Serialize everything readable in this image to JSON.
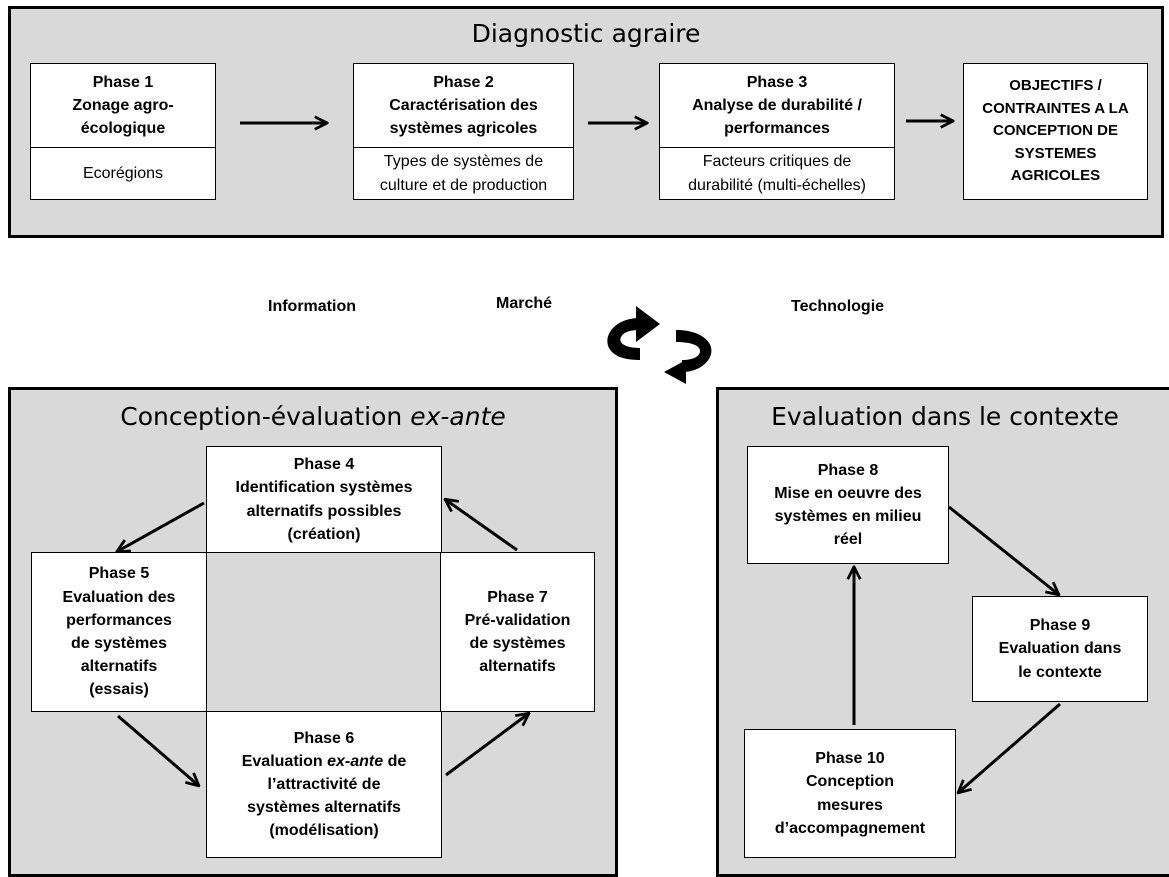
{
  "top_panel": {
    "title": "Diagnostic agraire",
    "phase1": {
      "label": "Phase 1",
      "lines": [
        "Zonage agro-",
        "écologique"
      ],
      "sub": [
        "Ecorégions"
      ]
    },
    "phase2": {
      "label": "Phase 2",
      "lines": [
        "Caractérisation des",
        "systèmes agricoles"
      ],
      "sub": [
        "Types de systèmes de",
        "culture et de production"
      ]
    },
    "phase3": {
      "label": "Phase 3",
      "lines": [
        "Analyse de durabilité /",
        "performances"
      ],
      "sub": [
        "Facteurs critiques de",
        "durabilité (multi-échelles)"
      ]
    },
    "objectives": {
      "lines": [
        "OBJECTIFS /",
        "CONTRAINTES A LA",
        "CONCEPTION DE",
        "SYSTEMES",
        "AGRICOLES"
      ]
    }
  },
  "middle": {
    "information": "Information",
    "marche": "Marché",
    "technologie": "Technologie",
    "cycle_icon": "cycle-arrows-icon"
  },
  "left_panel": {
    "title_prefix": "Conception-évaluation ",
    "title_italic": "ex-ante",
    "phase4": {
      "label": "Phase 4",
      "lines": [
        "Identification systèmes",
        "alternatifs possibles",
        "(création)"
      ]
    },
    "phase5": {
      "label": "Phase 5",
      "lines": [
        "Evaluation des",
        "performances",
        "de systèmes",
        "alternatifs",
        "(essais)"
      ]
    },
    "phase6": {
      "label": "Phase 6",
      "line1_prefix": "Evaluation ",
      "line1_italic": "ex-ante",
      "line1_suffix": " de",
      "lines": [
        "l’attractivité de",
        "systèmes alternatifs",
        "(modélisation)"
      ]
    },
    "phase7": {
      "label": "Phase 7",
      "lines": [
        "Pré-validation",
        "de systèmes",
        "alternatifs"
      ]
    }
  },
  "right_panel": {
    "title": "Evaluation dans le contexte",
    "phase8": {
      "label": "Phase 8",
      "lines": [
        "Mise en oeuvre des",
        "systèmes en milieu",
        "réel"
      ]
    },
    "phase9": {
      "label": "Phase 9",
      "lines": [
        "Evaluation dans",
        "le contexte"
      ]
    },
    "phase10": {
      "label": "Phase 10",
      "lines": [
        "Conception",
        "mesures",
        "d’accompagnement"
      ]
    }
  }
}
